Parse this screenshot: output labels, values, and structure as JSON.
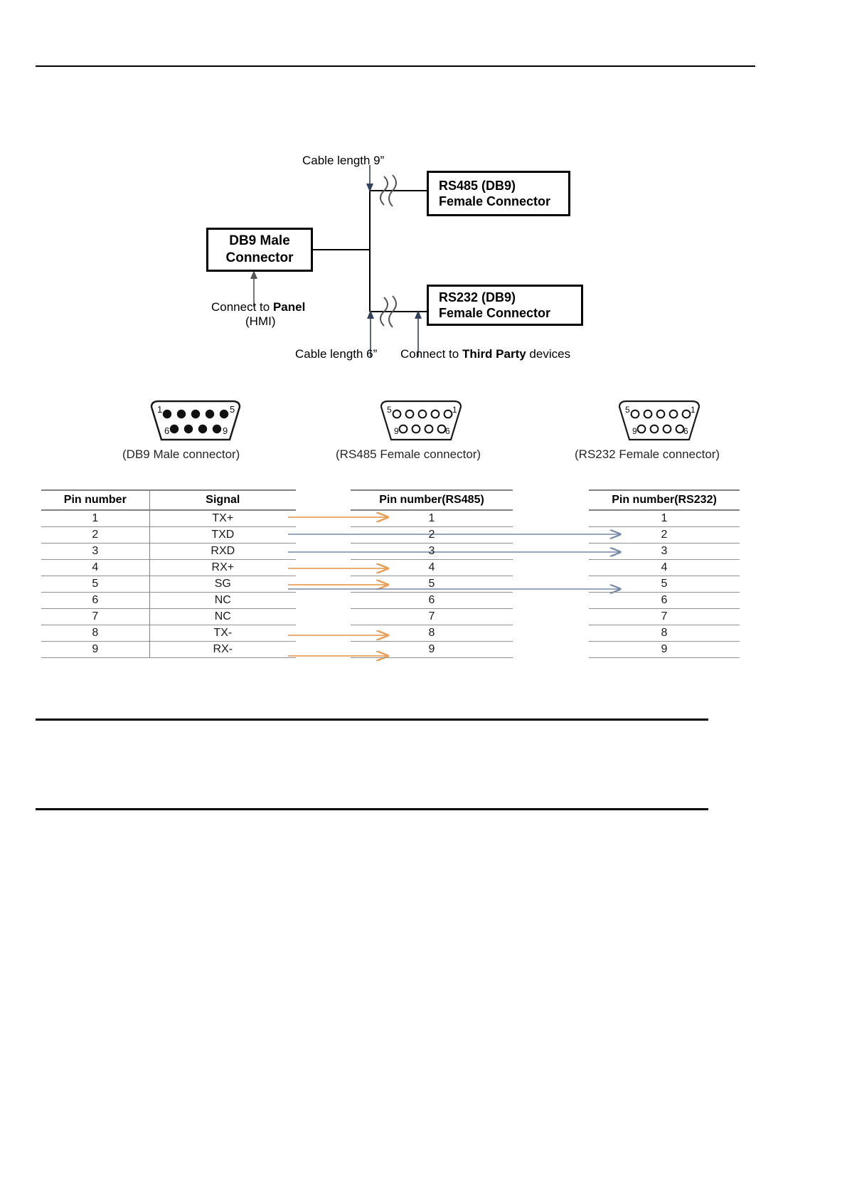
{
  "diagram": {
    "title": "RS485 / RS232 splitter cable wiring",
    "boxes": {
      "db9_male": {
        "line1": "DB9 Male",
        "line2": "Connector"
      },
      "rs485": {
        "line1": "RS485 (DB9)",
        "line2": "Female Connector"
      },
      "rs232": {
        "line1": "RS232 (DB9)",
        "line2": "Female Connector"
      }
    },
    "captions": {
      "cable_length_9": "Cable length 9”",
      "cable_length_6": "Cable length 6”",
      "connect_panel_line1_pre": "Connect to ",
      "connect_panel_line1_bold": "Panel",
      "connect_panel_line2": "(HMI)",
      "connect_third_pre": "Connect to ",
      "connect_third_bold": "Third Party",
      "connect_third_post": " devices"
    }
  },
  "connectors": [
    {
      "id": "db9-male",
      "caption": "(DB9 Male connector)",
      "gender": "male",
      "top_row_labels": [
        "1",
        "5"
      ],
      "bottom_row_labels": [
        "6",
        "9"
      ],
      "top_pins": 5,
      "bottom_pins": 4
    },
    {
      "id": "rs485-female",
      "caption": "(RS485 Female connector)",
      "gender": "female",
      "top_row_labels": [
        "5",
        "1"
      ],
      "bottom_row_labels": [
        "9",
        "6"
      ],
      "top_pins": 5,
      "bottom_pins": 4
    },
    {
      "id": "rs232-female",
      "caption": "(RS232 Female connector)",
      "gender": "female",
      "top_row_labels": [
        "5",
        "1"
      ],
      "bottom_row_labels": [
        "9",
        "6"
      ],
      "top_pins": 5,
      "bottom_pins": 4
    }
  ],
  "tables": {
    "source": {
      "headers": [
        "Pin number",
        "Signal"
      ],
      "rows": [
        {
          "pin": "1",
          "signal": "TX+"
        },
        {
          "pin": "2",
          "signal": "TXD"
        },
        {
          "pin": "3",
          "signal": "RXD"
        },
        {
          "pin": "4",
          "signal": "RX+"
        },
        {
          "pin": "5",
          "signal": "SG"
        },
        {
          "pin": "6",
          "signal": "NC"
        },
        {
          "pin": "7",
          "signal": "NC"
        },
        {
          "pin": "8",
          "signal": "TX-"
        },
        {
          "pin": "9",
          "signal": "RX-"
        }
      ]
    },
    "rs485": {
      "header": "Pin number(RS485)",
      "rows": [
        "1",
        "2",
        "3",
        "4",
        "5",
        "6",
        "7",
        "8",
        "9"
      ]
    },
    "rs232": {
      "header": "Pin number(RS232)",
      "rows": [
        "1",
        "2",
        "3",
        "4",
        "5",
        "6",
        "7",
        "8",
        "9"
      ]
    }
  },
  "mappings": {
    "rs485_links": [
      {
        "from_pin": "1",
        "to_pin": "1",
        "signal": "TX+"
      },
      {
        "from_pin": "4",
        "to_pin": "4",
        "signal": "RX+"
      },
      {
        "from_pin": "5",
        "to_pin": "5",
        "signal": "SG"
      },
      {
        "from_pin": "8",
        "to_pin": "8",
        "signal": "TX-"
      },
      {
        "from_pin": "9",
        "to_pin": "9",
        "signal": "RX-"
      }
    ],
    "rs232_links": [
      {
        "from_pin": "2",
        "to_pin": "2",
        "signal": "TXD"
      },
      {
        "from_pin": "3",
        "to_pin": "3",
        "signal": "RXD"
      },
      {
        "from_pin": "5",
        "to_pin": "5",
        "signal": "SG"
      }
    ]
  },
  "colors": {
    "rs485_arrow": "#E8A05C",
    "rs232_arrow": "#7588A8",
    "table_rule": "#808080",
    "text": "#000000"
  }
}
